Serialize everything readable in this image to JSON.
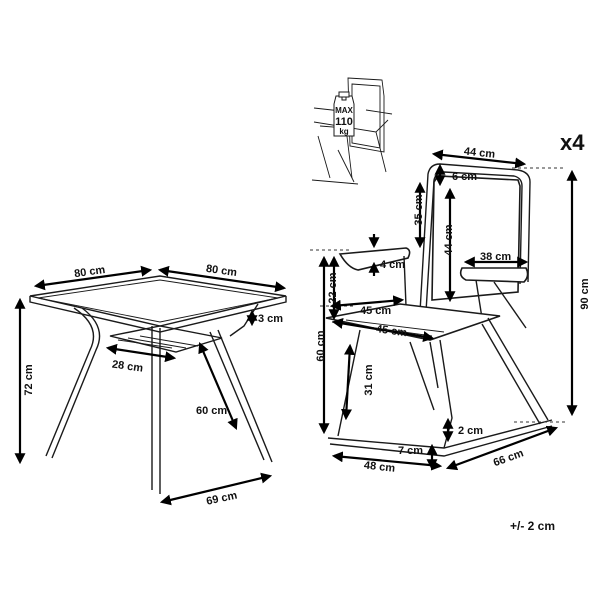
{
  "quantity": "x4",
  "tolerance": "+/- 2 cm",
  "max_load": {
    "line1": "MAX",
    "line2": "110",
    "line3": "kg"
  },
  "table": {
    "top_left_width": "80 cm",
    "top_right_width": "80 cm",
    "height": "72 cm",
    "top_thickness": "3 cm",
    "shelf": "28 cm",
    "leg": "60 cm",
    "base": "69 cm"
  },
  "chair": {
    "back_width": "44 cm",
    "back_top": "6 cm",
    "back_upper": "35 cm",
    "back_height": "44 cm",
    "armrest_thickness": "4 cm",
    "armrest_length": "38 cm",
    "armrest_to_seat": "22 cm",
    "seat_width": "45 cm",
    "seat_depth": "45 cm",
    "seat_height": "60 cm",
    "total_height": "90 cm",
    "leg_height": "31 cm",
    "base_gap": "2 cm",
    "foot": "7 cm",
    "base_width": "48 cm",
    "base_depth": "66 cm"
  },
  "colors": {
    "line": "#1a1a1a",
    "dimension": "#000000",
    "background": "#ffffff"
  }
}
